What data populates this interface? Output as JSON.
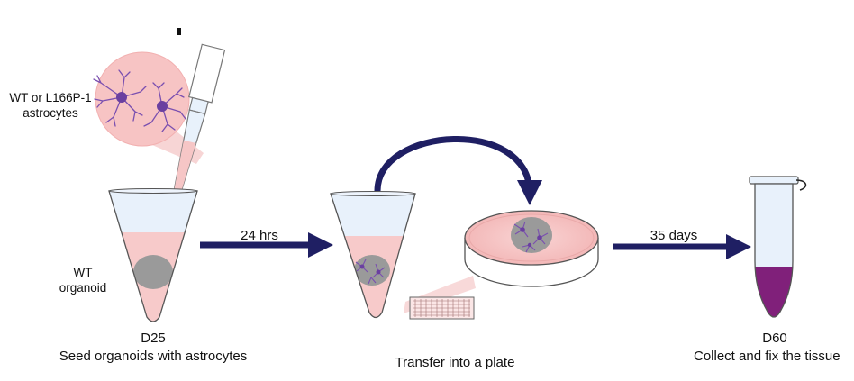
{
  "labels": {
    "astrocytes_line1": "WT or L166P-1",
    "astrocytes_line2": "astrocytes",
    "organoid_line1": "WT",
    "organoid_line2": "organoid",
    "step1_day": "D25",
    "step1_caption": "Seed organoids with astrocytes",
    "arrow1": "24 hrs",
    "step2_caption": "Transfer into a plate",
    "arrow2": "35 days",
    "step3_day": "D60",
    "step3_caption": "Collect and fix the tissue"
  },
  "colors": {
    "arrow": "#1f1f63",
    "medium_pink": "#f7caca",
    "tube_blue": "#e8f1fb",
    "organoid_grey": "#9a9a9a",
    "astrocyte_purple": "#7a4fb0",
    "tissue_purple": "#80207a"
  }
}
